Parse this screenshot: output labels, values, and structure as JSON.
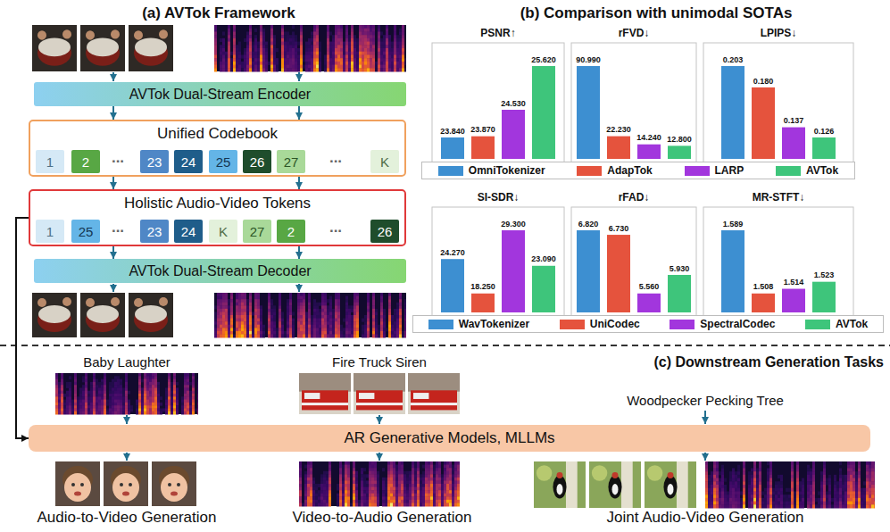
{
  "diagram": {
    "nodes": [
      {
        "text": [
          "AVTok Dual-Stream Encoder"
        ]
      },
      {
        "text": [
          "Unified Codebook"
        ]
      },
      {
        "text": [
          "1"
        ],
        "in": 1
      },
      {
        "text": [
          "2"
        ],
        "in": 1
      },
      {
        "text": [
          "23"
        ],
        "in": 1
      },
      {
        "text": [
          "24"
        ],
        "in": 1
      },
      {
        "text": [
          "25"
        ],
        "in": 1
      },
      {
        "text": [
          "26"
        ],
        "in": 1
      },
      {
        "text": [
          "27"
        ],
        "in": 1
      },
      {
        "text": [
          "K"
        ],
        "in": 1
      },
      {
        "text": [
          "Holistic Audio-Video Tokens"
        ]
      },
      {
        "text": [
          "1"
        ],
        "in": 10
      },
      {
        "text": [
          "25"
        ],
        "in": 10
      },
      {
        "text": [
          "23"
        ],
        "in": 10
      },
      {
        "text": [
          "24"
        ],
        "in": 10
      },
      {
        "text": [
          "K"
        ],
        "in": 10
      },
      {
        "text": [
          "27"
        ],
        "in": 10
      },
      {
        "text": [
          "2"
        ],
        "in": 10
      },
      {
        "text": [
          "26"
        ],
        "in": 10
      },
      {
        "text": [
          "AVTok Dual-Stream Decoder"
        ]
      },
      {
        "text": [
          "AR Generative Models, MLLMs"
        ]
      }
    ],
    "edges": [
      {
        "from": 0,
        "to": 1,
        "arrow": "to"
      },
      {
        "from": 0,
        "to": 1,
        "arrow": "to"
      },
      {
        "from": 1,
        "to": 10,
        "arrow": "to"
      },
      {
        "from": 1,
        "to": 10,
        "arrow": "to"
      },
      {
        "from": 10,
        "to": 19,
        "arrow": "to"
      },
      {
        "from": 10,
        "to": 19,
        "arrow": "to"
      },
      {
        "from": 10,
        "to": 20,
        "arrow": "to"
      }
    ],
    "labels": [
      "(a) AVTok Framework",
      "...",
      "...",
      "...",
      "...",
      "(b) Comparison with unimodal SOTAs",
      "PSNR↑",
      "23.840",
      "23.870",
      "24.530",
      "25.620",
      "rFVD↓",
      "90.990",
      "22.230",
      "14.240",
      "12.800",
      "LPIPS↓",
      "0.203",
      "0.180",
      "0.137",
      "0.126",
      "SI-SDR↓",
      "24.270",
      "18.250",
      "29.300",
      "23.090",
      "rFAD↓",
      "6.820",
      "6.730",
      "5.560",
      "5.930",
      "MR-STFT↓",
      "1.589",
      "1.508",
      "1.514",
      "1.523",
      "(c) Downstream Generation Tasks",
      "Baby Laughter",
      "Fire Truck Siren",
      "Woodpecker Pecking Tree",
      "Audio-to-Video Generation",
      "Video-to-Audio Generation",
      "Joint Audio-Video Generation"
    ],
    "legend": [
      {
        "text": "OmniTokenizer",
        "color": "#3d8fd1"
      },
      {
        "text": "AdapTok",
        "color": "#e5533d"
      },
      {
        "text": "LARP",
        "color": "#a236dd"
      },
      {
        "text": "AVTok",
        "color": "#3ec57b"
      },
      {
        "text": "WavTokenizer",
        "color": "#3d8fd1"
      },
      {
        "text": "UniCodec",
        "color": "#e5533d"
      },
      {
        "text": "SpectralCodec",
        "color": "#a236dd"
      },
      {
        "text": "AVTok",
        "color": "#3ec57b"
      }
    ]
  }
}
